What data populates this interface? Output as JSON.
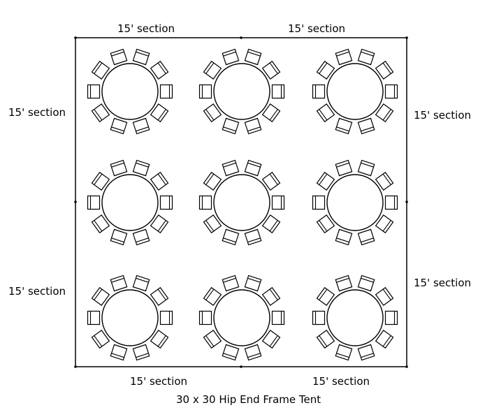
{
  "labels": {
    "top_left": "15' section",
    "top_right": "15' section",
    "left_upper": "15' section",
    "left_lower": "15' section",
    "right_upper": "15' section",
    "right_lower": "15' section",
    "bottom_left": "15' section",
    "bottom_right": "15' section"
  },
  "caption": "30 x 30 Hip End Frame Tent",
  "layout": {
    "table_shape": "round",
    "chairs_per_table": 10,
    "table_rows": 3,
    "table_cols": 3
  },
  "colors": {
    "line": "#000000",
    "background": "#ffffff"
  }
}
